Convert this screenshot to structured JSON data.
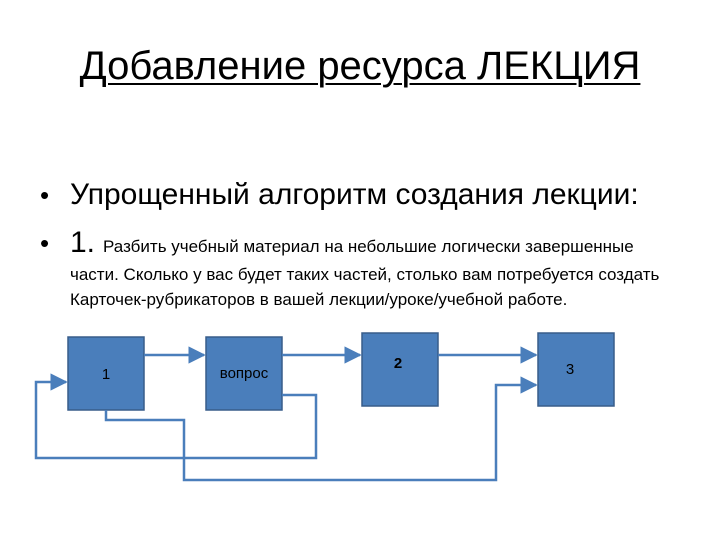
{
  "slide": {
    "title": "Добавление ресурса ЛЕКЦИЯ",
    "bullet1": "Упрощенный алгоритм создания лекции:",
    "bullet2_num": "1.",
    "bullet2_text_first": "Разбить учебный материал на небольшие логически завершенные",
    "bullet2_text_cont": "части. Сколько у вас будет таких частей, столько вам потребуется создать Карточек-рубрикаторов в вашей лекции/уроке/учебной работе."
  },
  "diagram": {
    "box1": "1",
    "box2": "вопрос",
    "box3": "2",
    "box4": "3",
    "colors": {
      "box_fill": "#4a7ebb",
      "box_border": "#385d8a",
      "line": "#4a7ebb"
    }
  }
}
